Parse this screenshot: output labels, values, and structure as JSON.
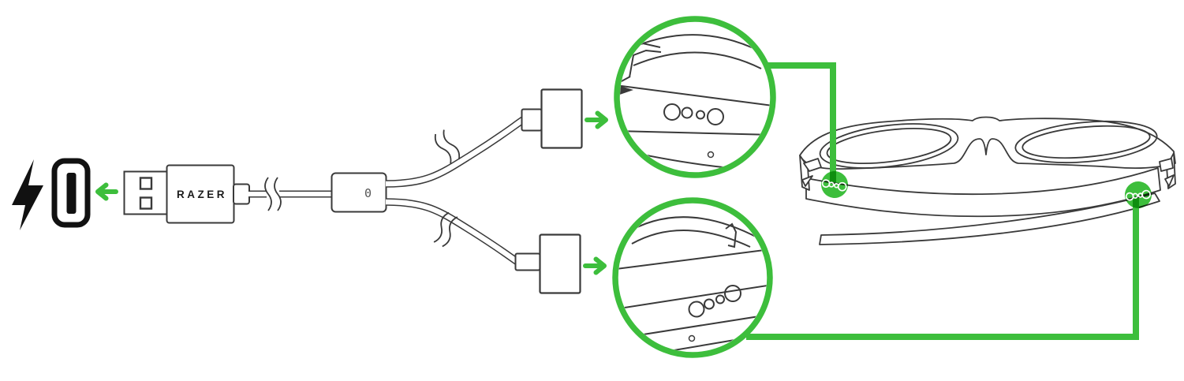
{
  "colors": {
    "accent_green": "#3dbe3c",
    "line_dark": "#3a3a3a",
    "icon_black": "#111111",
    "background": "#ffffff"
  },
  "labels": {
    "usb_brand": "RAZER",
    "splitter_marking": "0"
  },
  "diagram": {
    "type": "charging-instruction-illustration",
    "power_source_icons": [
      "lightning-bolt-icon",
      "usb-power-port-icon"
    ],
    "cable": "usb-a-split-cable-with-two-magnetic-charging-connectors",
    "magnified_views": 2,
    "pogo_pins_per_connector": 4,
    "charging_contact_points_on_glasses": 2,
    "device": "folded-smart-glasses"
  }
}
